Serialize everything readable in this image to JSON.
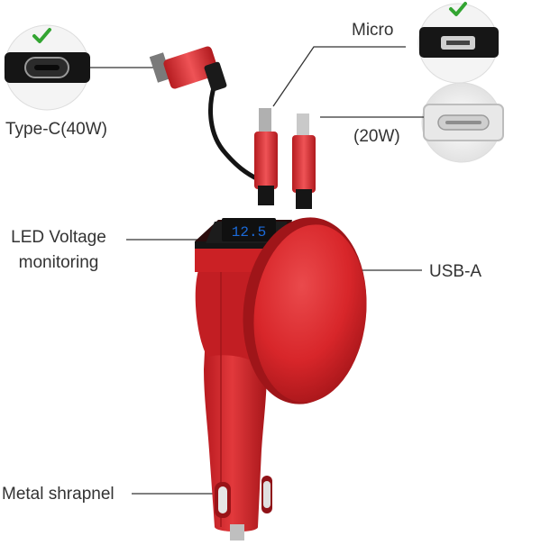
{
  "labels": {
    "type_c": "Type-C(40W)",
    "micro": "Micro",
    "lightning": "(20W)",
    "led": "LED Voltage monitoring",
    "usb_a": "USB-A",
    "metal": "Metal shrapnel"
  },
  "colors": {
    "body_red": "#d8262a",
    "body_dark": "#a7161a",
    "check_green": "#33a532",
    "led_blue": "#1b6ad8",
    "line": "#333333"
  },
  "icons": [
    "check-icon-typec",
    "check-icon-micro"
  ]
}
